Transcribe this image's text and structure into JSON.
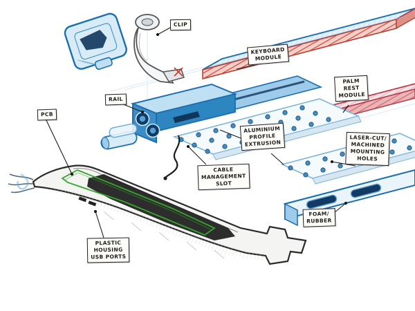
{
  "labels": {
    "clip": {
      "text": "CLIP"
    },
    "keyboard_module": {
      "text": "KEYBOARD\nMODULE"
    },
    "rail": {
      "text": "RAIL"
    },
    "palm_rest_module": {
      "text": "PALM\nREST\nMODULE"
    },
    "pcb": {
      "text": "PCB"
    },
    "aluminium_profile": {
      "text": "ALUMINIUM\nPROFILE\nEXTRUSION"
    },
    "laser_cut_holes": {
      "text": "LASER-CUT/\nMACHINED\nMOUNTING\nHOLES"
    },
    "cable_management": {
      "text": "CABLE\nMANAGEMENT\nSLOT"
    },
    "foam_rubber": {
      "text": "FOAM/\nRUBBER"
    },
    "plastic_housing": {
      "text": "PLASTIC\nHOUSING\nUSB PORTS"
    }
  },
  "palette": {
    "sketch_blue": "#1b6fae",
    "sketch_blue_light": "#9dcbe9",
    "sketch_red": "#cf4434",
    "sketch_pink": "#dd8894",
    "sketch_green": "#35a52c",
    "pencil_gray": "#555555",
    "dark_slot": "#10365c"
  }
}
